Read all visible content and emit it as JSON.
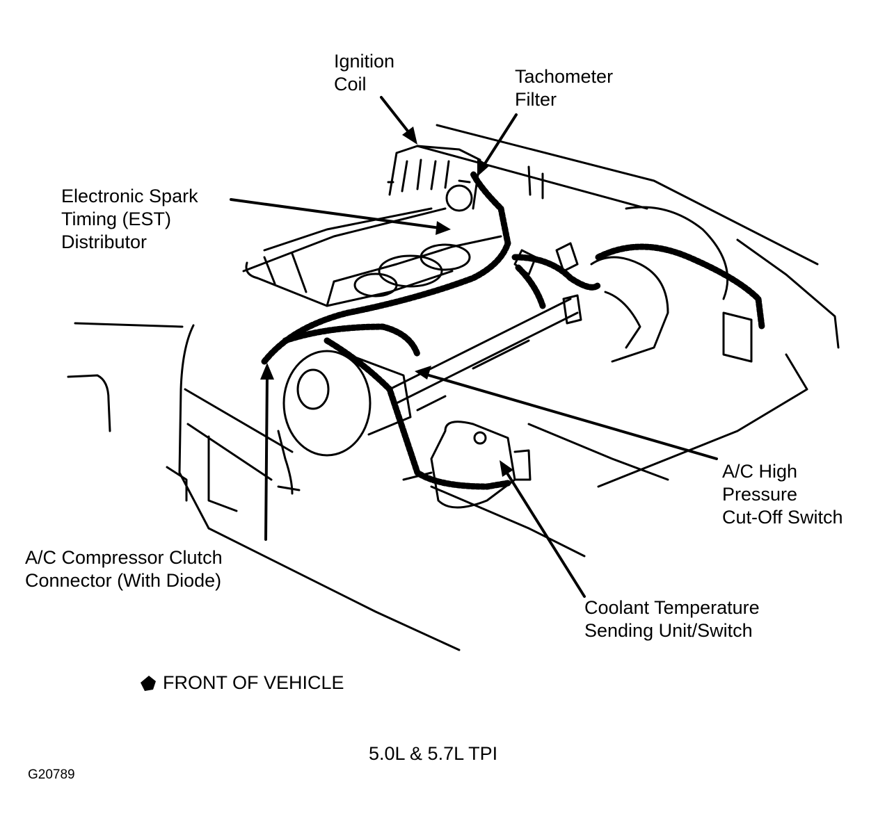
{
  "labels": {
    "ignition_coil": [
      "Ignition",
      "Coil"
    ],
    "tachometer_filter": [
      "Tachometer",
      "Filter"
    ],
    "est_distributor": [
      "Electronic Spark",
      "Timing (EST)",
      "Distributor"
    ],
    "ac_high_pressure": [
      "A/C High",
      "Pressure",
      "Cut-Off Switch"
    ],
    "ac_compressor_clutch": [
      "A/C Compressor Clutch",
      "Connector (With Diode)"
    ],
    "coolant_temp": [
      "Coolant Temperature",
      "Sending Unit/Switch"
    ]
  },
  "legend": {
    "front_of_vehicle": "FRONT OF VEHICLE"
  },
  "caption": "5.0L & 5.7L TPI",
  "figure_code": "G20789"
}
